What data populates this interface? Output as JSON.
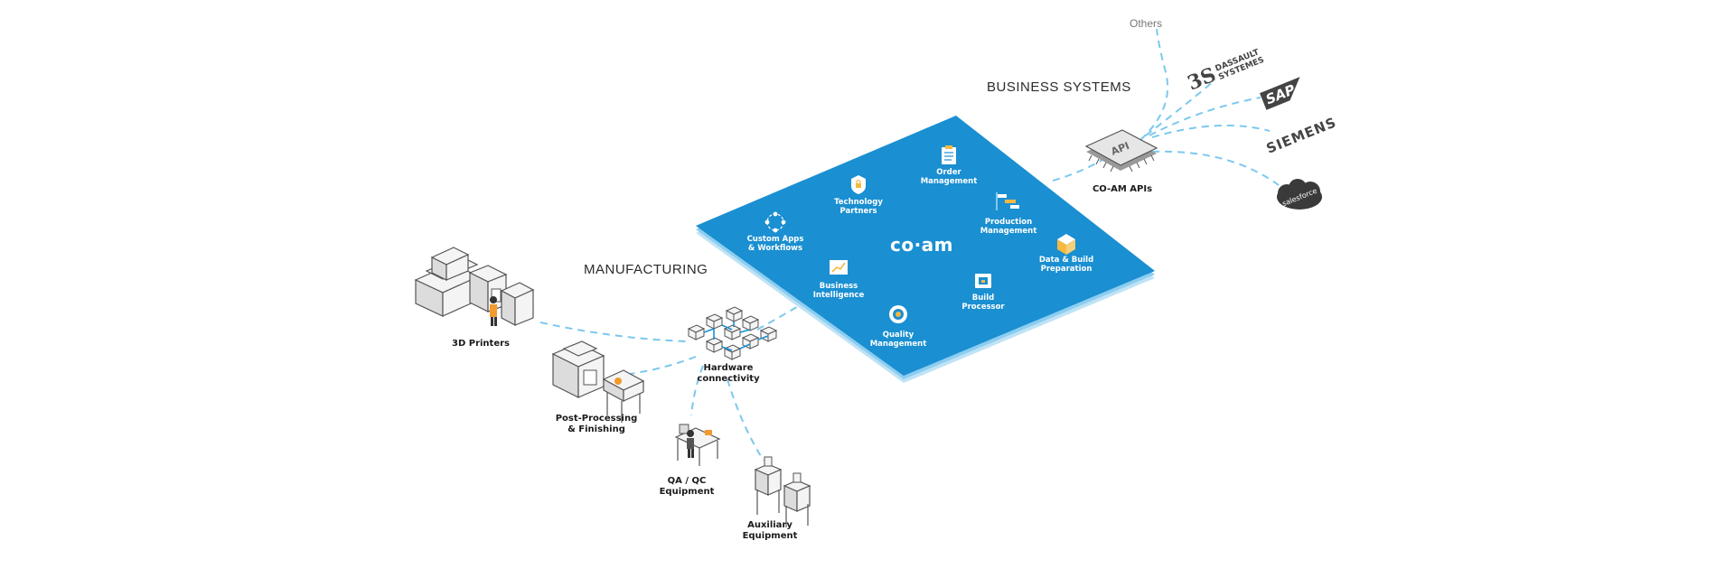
{
  "sections": {
    "business_systems": "BUSINESS SYSTEMS",
    "manufacturing": "MANUFACTURING"
  },
  "platform": {
    "brand": "co·am",
    "modules": [
      {
        "name": "custom-apps",
        "line1": "Custom Apps",
        "line2": "& Workflows",
        "icon": "network-icon"
      },
      {
        "name": "technology-partners",
        "line1": "Technology",
        "line2": "Partners",
        "icon": "shield-lock-icon"
      },
      {
        "name": "order-management",
        "line1": "Order",
        "line2": "Management",
        "icon": "clipboard-icon"
      },
      {
        "name": "production-management",
        "line1": "Production",
        "line2": "Management",
        "icon": "gantt-icon"
      },
      {
        "name": "data-build-preparation",
        "line1": "Data & Build",
        "line2": "Preparation",
        "icon": "cube-icon"
      },
      {
        "name": "business-intelligence",
        "line1": "Business",
        "line2": "Intelligence",
        "icon": "chart-icon"
      },
      {
        "name": "build-processor",
        "line1": "Build",
        "line2": "Processor",
        "icon": "processor-icon"
      },
      {
        "name": "quality-management",
        "line1": "Quality",
        "line2": "Management",
        "icon": "quality-badge-icon"
      }
    ]
  },
  "api": {
    "label": "CO-AM APIs",
    "chip_text": "API"
  },
  "integrations": {
    "others": "Others",
    "dassault_line1": "DASSAULT",
    "dassault_line2": "SYSTEMES",
    "sap": "SAP",
    "siemens": "SIEMENS",
    "salesforce": "salesforce"
  },
  "equipment": {
    "printers": "3D Printers",
    "hardware_line1": "Hardware",
    "hardware_line2": "connectivity",
    "post_line1": "Post-Processing",
    "post_line2": "& Finishing",
    "qa_line1": "QA / QC",
    "qa_line2": "Equipment",
    "aux_line1": "Auxiliary",
    "aux_line2": "Equipment"
  },
  "colors": {
    "platform_blue": "#1a8fd1",
    "connector": "#7cc8ee"
  }
}
